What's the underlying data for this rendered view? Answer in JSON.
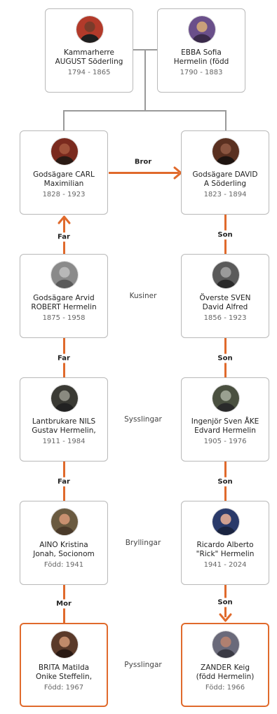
{
  "persons": [
    {
      "id": "august",
      "name": "Kammarherre\nAUGUST Söderling",
      "years": "1794 - 1865",
      "highlight": false,
      "skin": "#7a3b2a",
      "bg": "#b23a2a"
    },
    {
      "id": "ebba",
      "name": "EBBA Sofia\nHermelin (född",
      "years": "1790 - 1883",
      "highlight": false,
      "skin": "#c9a07a",
      "bg": "#6a4f8a"
    },
    {
      "id": "carl",
      "name": "Godsägare CARL\nMaximilian",
      "years": "1828 - 1923",
      "highlight": false,
      "skin": "#a0523a",
      "bg": "#7a2a1e"
    },
    {
      "id": "david",
      "name": "Godsägare DAVID\nA Söderling",
      "years": "1823 - 1894",
      "highlight": false,
      "skin": "#8a5540",
      "bg": "#5a3020"
    },
    {
      "id": "robert",
      "name": "Godsägare Arvid\nROBERT Hermelin",
      "years": "1875 - 1958",
      "highlight": false,
      "skin": "#b8b8b8",
      "bg": "#8a8a8a"
    },
    {
      "id": "sven",
      "name": "Överste SVEN\nDavid Alfred",
      "years": "1856 - 1923",
      "highlight": false,
      "skin": "#9a9a9a",
      "bg": "#5a5a5a"
    },
    {
      "id": "nils",
      "name": "Lantbrukare NILS\nGustav Hermelin,",
      "years": "1911 - 1984",
      "highlight": false,
      "skin": "#8a8a80",
      "bg": "#3a3a34"
    },
    {
      "id": "ake",
      "name": "Ingenjör Sven ÅKE\nEdvard Hermelin",
      "years": "1905 - 1976",
      "highlight": false,
      "skin": "#9aa090",
      "bg": "#4a5040"
    },
    {
      "id": "aino",
      "name": "AINO Kristina\nJonah, Socionom",
      "years": "Född: 1941",
      "highlight": false,
      "skin": "#c89070",
      "bg": "#6a5a40"
    },
    {
      "id": "rick",
      "name": "Ricardo Alberto\n\"Rick\" Hermelin",
      "years": "1941 - 2024",
      "highlight": false,
      "skin": "#d0a090",
      "bg": "#2a3a6a"
    },
    {
      "id": "brita",
      "name": "BRITA Matilda\nOnike Steffelin,",
      "years": "Född: 1967",
      "highlight": true,
      "skin": "#c08a6a",
      "bg": "#5a3a2a"
    },
    {
      "id": "zander",
      "name": "ZANDER Keig\n(född Hermelin)",
      "years": "Född: 1966",
      "highlight": true,
      "skin": "#b08070",
      "bg": "#6a6a7a"
    }
  ],
  "relations": {
    "bror": "Bror",
    "left": [
      "Far",
      "Far",
      "Far",
      "Mor"
    ],
    "right": [
      "Son",
      "Son",
      "Son",
      "Son"
    ]
  },
  "generations": [
    "Kusiner",
    "Sysslingar",
    "Bryllingar",
    "Pysslingar"
  ],
  "colors": {
    "accent": "#e06a2c",
    "connector": "#9a9a9a",
    "border": "#b9b9b9"
  }
}
